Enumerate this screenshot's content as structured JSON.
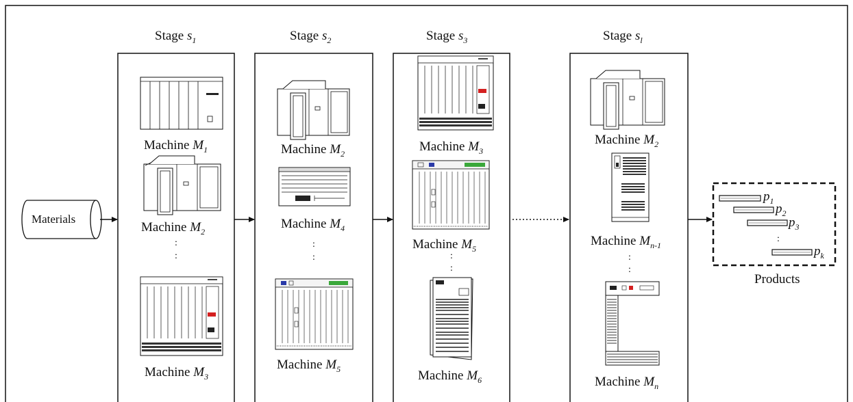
{
  "input": {
    "label": "Materials"
  },
  "output": {
    "label": "Products"
  },
  "stages": [
    {
      "name": "Stage",
      "sym": "s",
      "sub": "1",
      "machines": [
        {
          "name": "Machine",
          "sym": "M",
          "sub": "1"
        },
        {
          "name": "Machine",
          "sym": "M",
          "sub": "2"
        },
        {
          "name": "Machine",
          "sym": "M",
          "sub": "3"
        }
      ]
    },
    {
      "name": "Stage",
      "sym": "s",
      "sub": "2",
      "machines": [
        {
          "name": "Machine",
          "sym": "M",
          "sub": "2"
        },
        {
          "name": "Machine",
          "sym": "M",
          "sub": "4"
        },
        {
          "name": "Machine",
          "sym": "M",
          "sub": "5"
        }
      ]
    },
    {
      "name": "Stage",
      "sym": "s",
      "sub": "3",
      "machines": [
        {
          "name": "Machine",
          "sym": "M",
          "sub": "3"
        },
        {
          "name": "Machine",
          "sym": "M",
          "sub": "5"
        },
        {
          "name": "Machine",
          "sym": "M",
          "sub": "6"
        }
      ]
    },
    {
      "name": "Stage",
      "sym": "s",
      "sub": "l",
      "machines": [
        {
          "name": "Machine",
          "sym": "M",
          "sub": "2"
        },
        {
          "name": "Machine",
          "sym": "M",
          "sub": "n-1"
        },
        {
          "name": "Machine",
          "sym": "M",
          "sub": "n"
        }
      ]
    }
  ],
  "products": [
    {
      "sym": "p",
      "sub": "1"
    },
    {
      "sym": "p",
      "sub": "2"
    },
    {
      "sym": "p",
      "sub": "3"
    },
    {
      "sym": "p",
      "sub": "k"
    }
  ],
  "ellipsis": ":"
}
